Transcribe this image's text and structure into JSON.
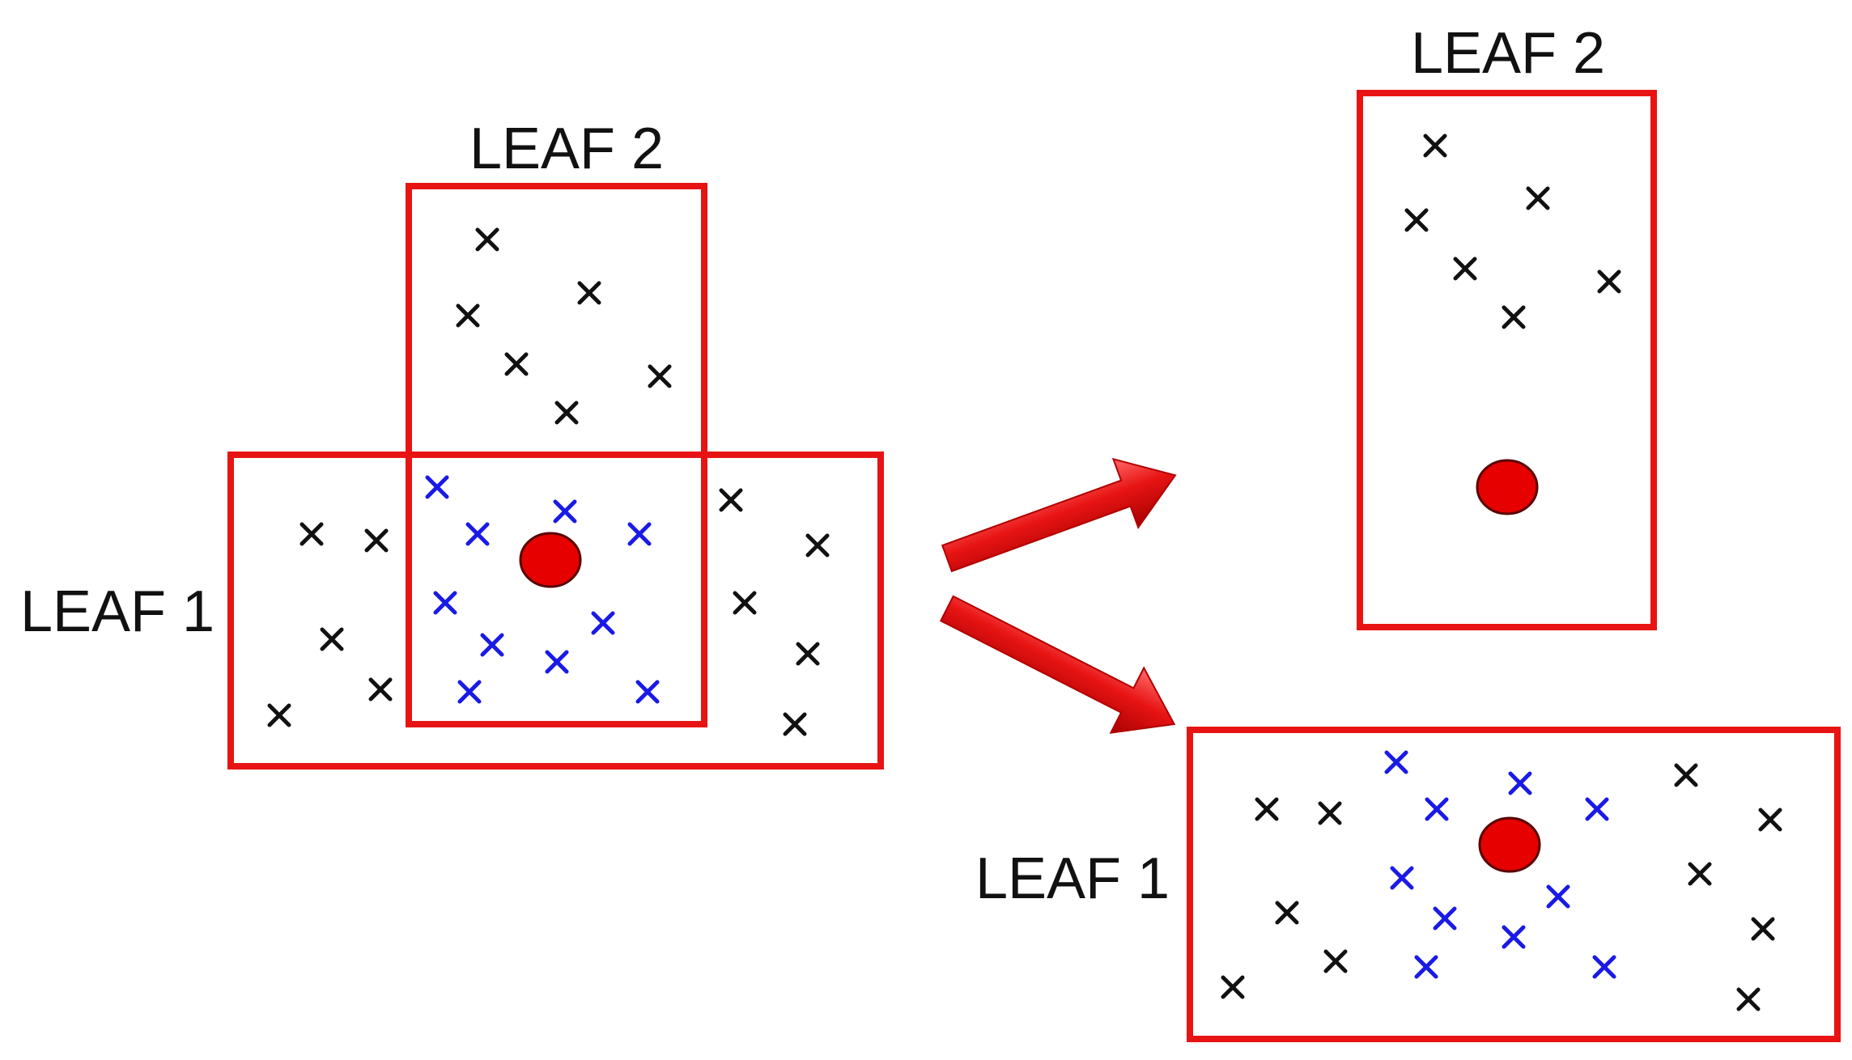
{
  "labels": {
    "left_leaf2": "LEAF 2",
    "left_leaf1": "LEAF 1",
    "right_leaf2": "LEAF 2",
    "right_leaf1": "LEAF 1"
  },
  "colors": {
    "box": "#e81414",
    "point_black": "#111111",
    "point_blue": "#1a1ae6",
    "query_fill": "#e60000",
    "arrow": "#e81414",
    "text": "#111111"
  },
  "icons": {
    "data_point": "cross-mark-icon",
    "query_point": "filled-circle-icon",
    "split_arrow": "right-arrow-icon"
  }
}
